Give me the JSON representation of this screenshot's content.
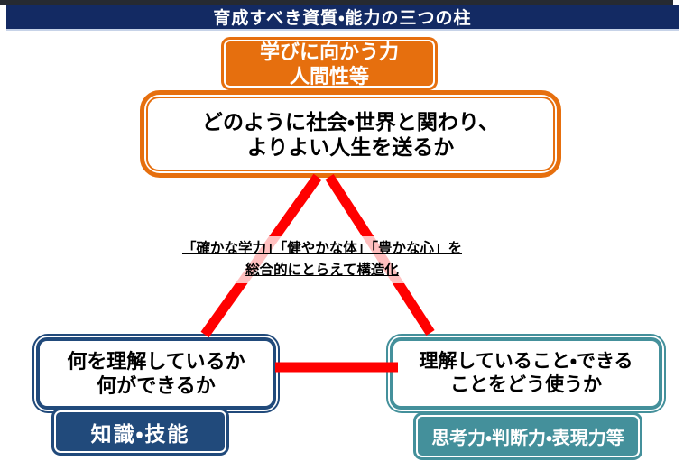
{
  "colors": {
    "header_navy": "#132A63",
    "orange": "#E66F0E",
    "navy": "#214A7B",
    "teal": "#44909B",
    "red": "#FF0000"
  },
  "header": {
    "title": "育成すべき資質・能力の三つの柱"
  },
  "pillar_top": {
    "badge_line1": "学びに向かう力",
    "badge_line2": "人間性等",
    "box_line1": "どのように社会・世界と関わり、",
    "box_line2": "よりよい人生を送るか"
  },
  "center_note": {
    "line1": "「確かな学力」「健やかな体」「豊かな心」を",
    "line2": "総合的にとらえて構造化"
  },
  "pillar_left": {
    "box_line1": "何を理解しているか",
    "box_line2": "何ができるか",
    "badge": "知識・技能"
  },
  "pillar_right": {
    "box_line1": "理解していること・できる",
    "box_line2": "ことをどう使うか",
    "badge": "思考力・判断力・表現力等"
  }
}
